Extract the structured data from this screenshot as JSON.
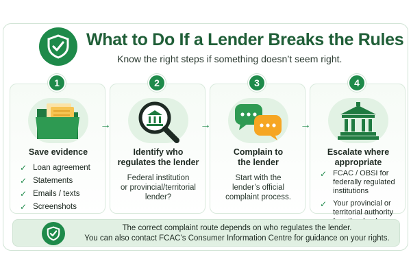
{
  "header": {
    "title": "What to Do If a Lender Breaks the Rules",
    "subtitle": "Know the right steps if something doesn’t seem right.",
    "icon": "shield-check-icon"
  },
  "colors": {
    "accent": "#1e8a4a",
    "title": "#1f5e37",
    "panel": "#e1f0e3",
    "folder": "#2e9a52",
    "chat_orange": "#f6a623"
  },
  "steps": [
    {
      "number": "1",
      "icon": "folder-documents-icon",
      "title": "Save evidence",
      "items": [
        "Loan agreement",
        "Statements",
        "Emails / texts",
        "Screenshots"
      ]
    },
    {
      "number": "2",
      "icon": "magnifier-bank-icon",
      "title_line1": "Identify who",
      "title_line2": "regulates the lender",
      "text_line1": "Federal institution",
      "text_line2": "or provincial/territorial",
      "text_line3": "lender?"
    },
    {
      "number": "3",
      "icon": "chat-bubbles-icon",
      "title_line1": "Complain to",
      "title_line2": "the lender",
      "text_line1": "Start with the",
      "text_line2": "lender’s official",
      "text_line3": "complaint process."
    },
    {
      "number": "4",
      "icon": "government-building-icon",
      "title_line1": "Escalate where",
      "title_line2": "appropriate",
      "items": [
        {
          "line1": "FCAC / OBSI for",
          "line2": "federally regulated",
          "line3": "institutions"
        },
        {
          "line1": "Your provincial or",
          "line2": "territorial authority",
          "line3": "for other lenders"
        }
      ]
    }
  ],
  "footer": {
    "icon": "shield-check-icon",
    "line1": "The correct complaint route depends on who regulates the lender.",
    "line2": "You can also contact FCAC’s Consumer Information Centre for guidance on your rights."
  }
}
